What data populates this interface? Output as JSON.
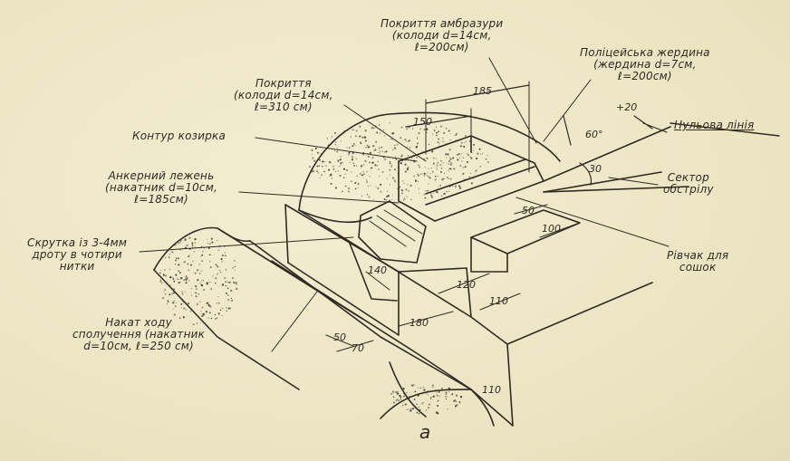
{
  "labels": {
    "embrasure_cover": [
      "Покриття амбразури",
      "(колоди d=14см,",
      "ℓ=200см)"
    ],
    "roof_cover": [
      "Покриття",
      "(колоди d=14см,",
      "ℓ=310 см)"
    ],
    "glacis_contour": "Контур козирка",
    "anchor_log": [
      "Анкерний лежень",
      "(накатник d=10см,",
      "ℓ=185см)"
    ],
    "wire_twist": [
      "Скрутка із 3-4мм",
      "дроту в чотири",
      "нитки"
    ],
    "trench_cover": [
      "Накат ходу",
      "сполучення (накатник",
      "d=10см, ℓ=250 см)"
    ],
    "table_beam": [
      "Поліцейська жердина",
      "(жердина d=7см,",
      "ℓ=200см)"
    ],
    "zero_line": "Нульова лінія",
    "fire_sector": [
      "Сектор",
      "обстрілу"
    ],
    "sled_niche": [
      "Рівчак для",
      "сошок"
    ],
    "caption": "а"
  },
  "dimensions": {
    "d185": "185",
    "d150": "150",
    "d60": "60°",
    "d20": "+20",
    "d30": "30",
    "d140": "140",
    "d120": "120",
    "d110a": "110",
    "d180": "180",
    "d50a": "50",
    "d70": "70",
    "d100": "100",
    "d50b": "50",
    "d110b": "110"
  }
}
